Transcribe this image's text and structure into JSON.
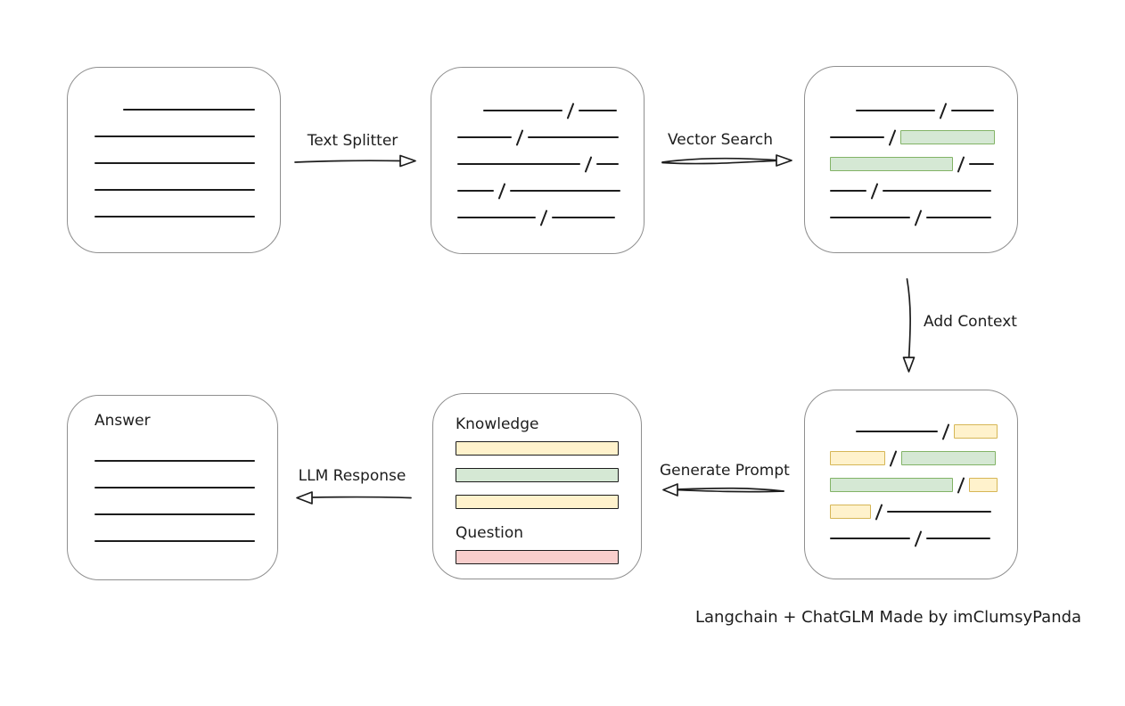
{
  "footer": {
    "credit": "Langchain + ChatGLM Made by imClumsyPanda"
  },
  "colors": {
    "ink": "#1d1d1d",
    "box_border": "#8f8f8f",
    "green_fill": "#d5e8d4",
    "green_stroke": "#82b366",
    "yellow_fill": "#fff2cc",
    "yellow_stroke": "#d6b656",
    "red_fill": "#f8cecc",
    "red_stroke": "#b85450"
  },
  "arrows": {
    "text_splitter": {
      "label": "Text Splitter",
      "direction": "right"
    },
    "vector_search": {
      "label": "Vector Search",
      "direction": "right"
    },
    "add_context": {
      "label": "Add Context",
      "direction": "down"
    },
    "generate_prompt": {
      "label": "Generate Prompt",
      "direction": "left"
    },
    "llm_response": {
      "label": "LLM Response",
      "direction": "left"
    }
  },
  "boxes": {
    "document": {
      "lines": [
        {
          "w": 148,
          "indent": 32
        },
        {
          "w": 180
        },
        {
          "w": 180
        },
        {
          "w": 180
        },
        {
          "w": 180
        }
      ]
    },
    "chunks": {
      "rows": [
        {
          "indent": 29,
          "segs": [
            {
              "t": "line",
              "w": 89
            },
            {
              "t": "slash"
            },
            {
              "t": "line",
              "w": 43
            }
          ]
        },
        {
          "segs": [
            {
              "t": "line",
              "w": 61
            },
            {
              "t": "slash"
            },
            {
              "t": "line",
              "w": 102
            }
          ]
        },
        {
          "segs": [
            {
              "t": "line",
              "w": 138
            },
            {
              "t": "slash"
            },
            {
              "t": "line",
              "w": 25
            }
          ]
        },
        {
          "segs": [
            {
              "t": "line",
              "w": 41
            },
            {
              "t": "slash"
            },
            {
              "t": "line",
              "w": 124
            }
          ]
        },
        {
          "segs": [
            {
              "t": "line",
              "w": 88
            },
            {
              "t": "slash"
            },
            {
              "t": "line",
              "w": 71
            }
          ]
        }
      ]
    },
    "search_results": {
      "rows": [
        {
          "indent": 29,
          "segs": [
            {
              "t": "line",
              "w": 89
            },
            {
              "t": "slash"
            },
            {
              "t": "line",
              "w": 48
            }
          ]
        },
        {
          "segs": [
            {
              "t": "line",
              "w": 61
            },
            {
              "t": "slash"
            },
            {
              "t": "green",
              "w": 106
            }
          ]
        },
        {
          "segs": [
            {
              "t": "green",
              "w": 138
            },
            {
              "t": "slash"
            },
            {
              "t": "line",
              "w": 28
            }
          ]
        },
        {
          "segs": [
            {
              "t": "line",
              "w": 41
            },
            {
              "t": "slash"
            },
            {
              "t": "line",
              "w": 122
            }
          ]
        },
        {
          "segs": [
            {
              "t": "line",
              "w": 90
            },
            {
              "t": "slash"
            },
            {
              "t": "line",
              "w": 73
            }
          ]
        }
      ]
    },
    "context": {
      "rows": [
        {
          "indent": 29,
          "segs": [
            {
              "t": "line",
              "w": 92
            },
            {
              "t": "slash"
            },
            {
              "t": "yellow",
              "w": 49
            }
          ]
        },
        {
          "segs": [
            {
              "t": "yellow",
              "w": 62
            },
            {
              "t": "slash"
            },
            {
              "t": "green",
              "w": 106
            }
          ]
        },
        {
          "segs": [
            {
              "t": "green",
              "w": 138
            },
            {
              "t": "slash"
            },
            {
              "t": "yellow",
              "w": 32
            }
          ]
        },
        {
          "segs": [
            {
              "t": "yellow",
              "w": 46
            },
            {
              "t": "slash"
            },
            {
              "t": "line",
              "w": 117
            }
          ]
        },
        {
          "segs": [
            {
              "t": "line",
              "w": 90
            },
            {
              "t": "slash"
            },
            {
              "t": "line",
              "w": 72
            }
          ]
        }
      ]
    },
    "prompt": {
      "knowledge_label": "Knowledge",
      "question_label": "Question",
      "knowledge_bars": [
        {
          "c": "yellow",
          "w": 183
        },
        {
          "c": "green",
          "w": 183
        },
        {
          "c": "yellow",
          "w": 183
        }
      ],
      "question_bars": [
        {
          "c": "red",
          "w": 183
        }
      ]
    },
    "answer": {
      "label": "Answer",
      "lines": [
        {
          "w": 180
        },
        {
          "w": 180
        },
        {
          "w": 180
        },
        {
          "w": 180
        }
      ]
    }
  }
}
